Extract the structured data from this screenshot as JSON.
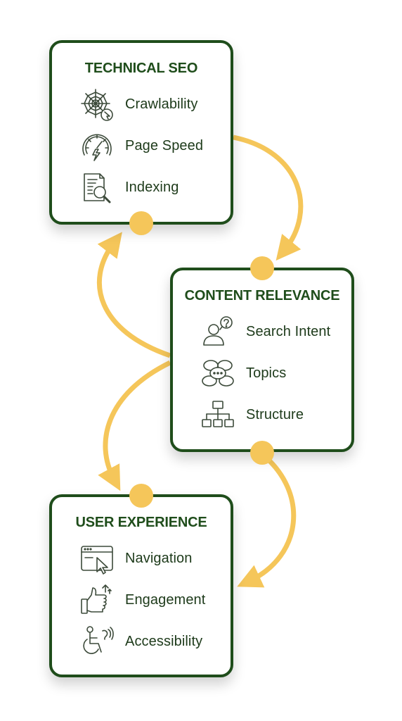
{
  "colors": {
    "border": "#1f4d1b",
    "title": "#1f4d1b",
    "text": "#1d3a1a",
    "arrow": "#f5c65a",
    "icon": "#3c4a3a"
  },
  "cards": [
    {
      "title": "TECHNICAL SEO",
      "items": [
        {
          "label": "Crawlability",
          "icon": "spider-web-icon"
        },
        {
          "label": "Page Speed",
          "icon": "speedometer-icon"
        },
        {
          "label": "Indexing",
          "icon": "document-search-icon"
        }
      ]
    },
    {
      "title": "CONTENT RELEVANCE",
      "items": [
        {
          "label": "Search Intent",
          "icon": "user-question-icon"
        },
        {
          "label": "Topics",
          "icon": "chat-bubbles-icon"
        },
        {
          "label": "Structure",
          "icon": "hierarchy-icon"
        }
      ]
    },
    {
      "title": "USER EXPERIENCE",
      "items": [
        {
          "label": "Navigation",
          "icon": "browser-cursor-icon"
        },
        {
          "label": "Engagement",
          "icon": "thumbs-up-icon"
        },
        {
          "label": "Accessibility",
          "icon": "wheelchair-accessibility-icon"
        }
      ]
    }
  ]
}
